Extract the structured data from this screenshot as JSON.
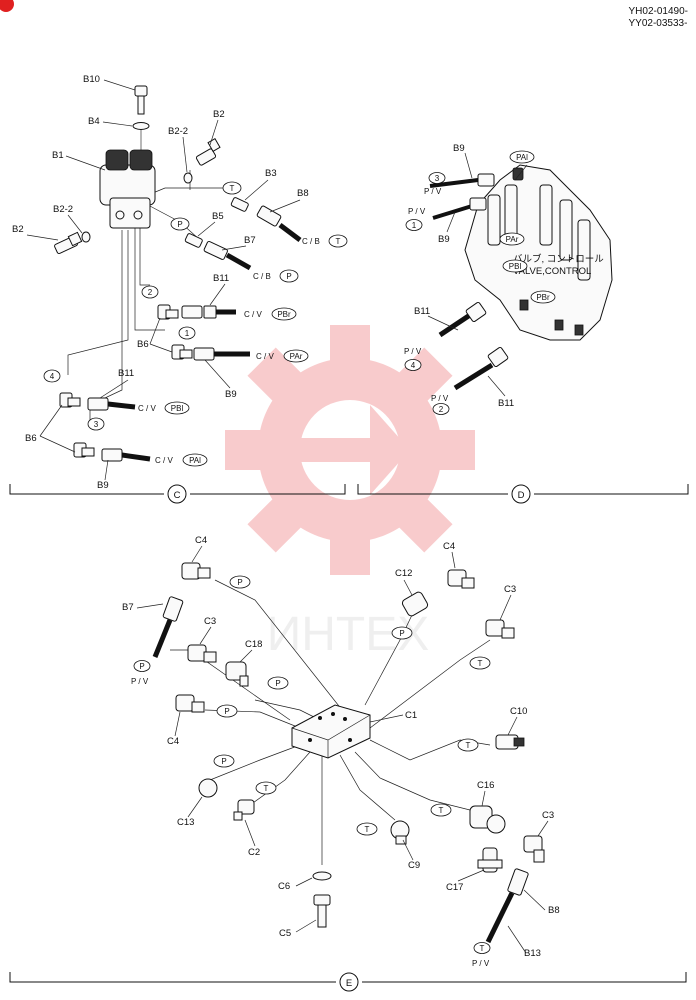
{
  "header": {
    "code1": "YH02-01490-",
    "code2": "YY02-03533-"
  },
  "watermark": {
    "text": "ИНТЕХ",
    "color": "#e8494d"
  },
  "sections": {
    "c": "C",
    "d": "D",
    "e": "E"
  },
  "valve_label": {
    "jp": "バルブ, コントロール",
    "en": "VALVE,CONTROL"
  },
  "parts": {
    "b10": "B10",
    "b4": "B4",
    "b2_top": "B2",
    "b2_2_top": "B2-2",
    "b1": "B1",
    "b2_2_left": "B2-2",
    "b2_left": "B2",
    "b3": "B3",
    "b8": "B8",
    "b5": "B5",
    "b7": "B7",
    "b11_c": "B11",
    "b6_mid": "B6",
    "b9_c1": "B9",
    "b11_c2": "B11",
    "b6_low": "B6",
    "b9_c2": "B9",
    "b9_d1": "B9",
    "b9_d2": "B9",
    "b11_d1": "B11",
    "b11_d2": "B11",
    "c4_a": "C4",
    "c4_b": "C4",
    "c12": "C12",
    "c3_a": "C3",
    "b7_e": "B7",
    "c3_b": "C3",
    "c18": "C18",
    "c1": "C1",
    "c10": "C10",
    "c4_c": "C4",
    "c13": "C13",
    "c2": "C2",
    "c16": "C16",
    "c3_c": "C3",
    "c9": "C9",
    "c17": "C17",
    "c6": "C6",
    "b8_e": "B8",
    "c5": "C5",
    "b13": "B13"
  },
  "ports": {
    "t": "T",
    "p": "P",
    "pai": "PAl",
    "par": "PAr",
    "pbl": "PBl",
    "pbr": "PBr",
    "n1": "1",
    "n2": "2",
    "n3": "3",
    "n4": "4"
  },
  "callouts": {
    "cb": "C / B",
    "cv": "C / V",
    "pv": "P / V"
  }
}
